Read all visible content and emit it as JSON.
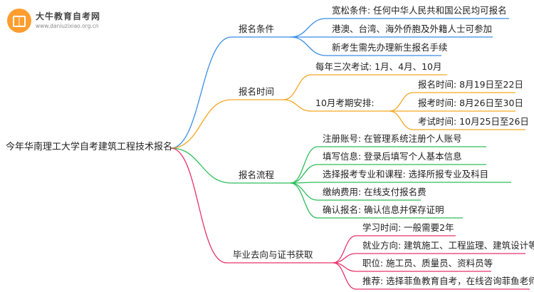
{
  "logo": {
    "title": "大牛教育自考网",
    "url": "www.daniuzixiao.org.cn",
    "icon": "book-icon"
  },
  "root": {
    "label": "今年华南理工大学自考建筑工程技术报名"
  },
  "colors": {
    "blue": "#3a8ee6",
    "orange": "#f5a623",
    "green": "#2dbe5a",
    "pink": "#e8336a"
  },
  "branches": [
    {
      "label": "报名条件",
      "items": [
        {
          "label": "宽松条件: 任何中华人民共和国公民均可报名"
        },
        {
          "label": "港澳、台湾、海外侨胞及外籍人士可参加"
        },
        {
          "label": "新考生需先办理新生报名手续"
        }
      ]
    },
    {
      "label": "报名时间",
      "items": [
        {
          "label": "每年三次考试: 1月、4月、10月"
        },
        {
          "label": "10月考期安排:",
          "items": [
            {
              "label": "报名时间: 8月19日至22日"
            },
            {
              "label": "报考时间: 8月26日至30日"
            },
            {
              "label": "考试时间: 10月25日至26日"
            }
          ]
        }
      ]
    },
    {
      "label": "报名流程",
      "items": [
        {
          "label": "注册账号: 在管理系统注册个人账号"
        },
        {
          "label": "填写信息: 登录后填写个人基本信息"
        },
        {
          "label": "选择报考专业和课程: 选择所报专业及科目"
        },
        {
          "label": "缴纳费用: 在线支付报名费"
        },
        {
          "label": "确认报名: 确认信息并保存证明"
        }
      ]
    },
    {
      "label": "毕业去向与证书获取",
      "items": [
        {
          "label": "学习时间: 一般需要2年"
        },
        {
          "label": "就业方向: 建筑施工、工程监理、建筑设计等"
        },
        {
          "label": "职位: 施工员、质量员、资料员等"
        },
        {
          "label": "推荐: 选择菲鱼教育自考，在线咨询菲鱼老师"
        }
      ]
    }
  ]
}
